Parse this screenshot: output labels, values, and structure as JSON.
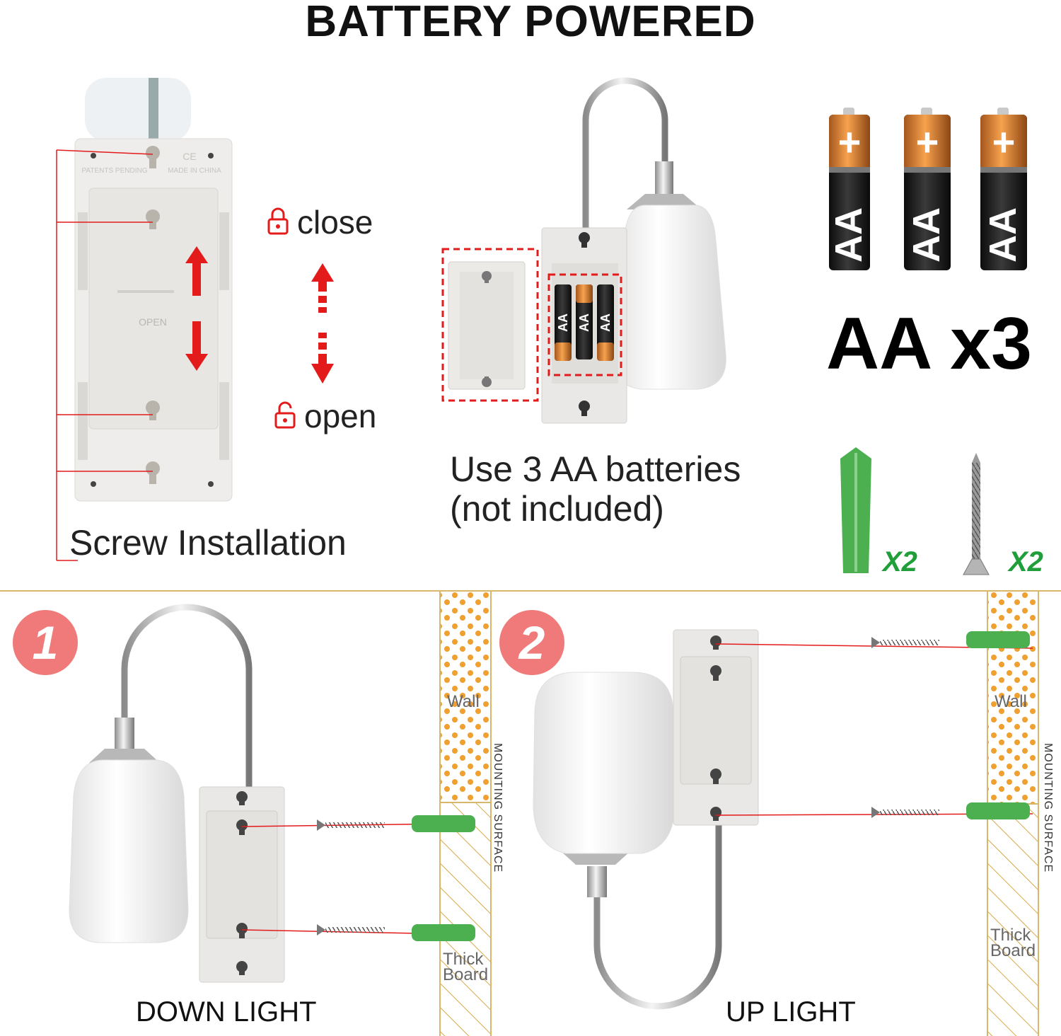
{
  "header": {
    "title": "BATTERY POWERED"
  },
  "panel_top_left": {
    "close_label": "close",
    "open_label": "open",
    "caption": "Screw Installation",
    "plate_text": {
      "left": "PATENTS PENDING",
      "right": "MADE IN CHINA",
      "open": "OPEN",
      "ce": "CE"
    }
  },
  "panel_top_middle": {
    "caption_line1": "Use 3 AA batteries",
    "caption_line2": "(not included)",
    "battery_label": "AA"
  },
  "panel_top_right": {
    "battery_label": "AA",
    "battery_plus": "+",
    "battery_count": "AA x3",
    "anchor_qty": "X2",
    "screw_qty": "X2"
  },
  "step_1": {
    "number": "1",
    "label": "DOWN LIGHT",
    "wall_label": "Wall",
    "board_label_1": "Thick",
    "board_label_2": "Board",
    "surface_label": "MOUNTING SURFACE"
  },
  "step_2": {
    "number": "2",
    "label": "UP LIGHT",
    "wall_label": "Wall",
    "board_label_1": "Thick",
    "board_label_2": "Board",
    "surface_label": "MOUNTING SURFACE"
  },
  "colors": {
    "accent_red": "#e31b1b",
    "anchor_green": "#4caf50",
    "wall_dots": "#f0a030",
    "divider_gold": "#d8b66a",
    "step_badge": "#f07a7a"
  }
}
